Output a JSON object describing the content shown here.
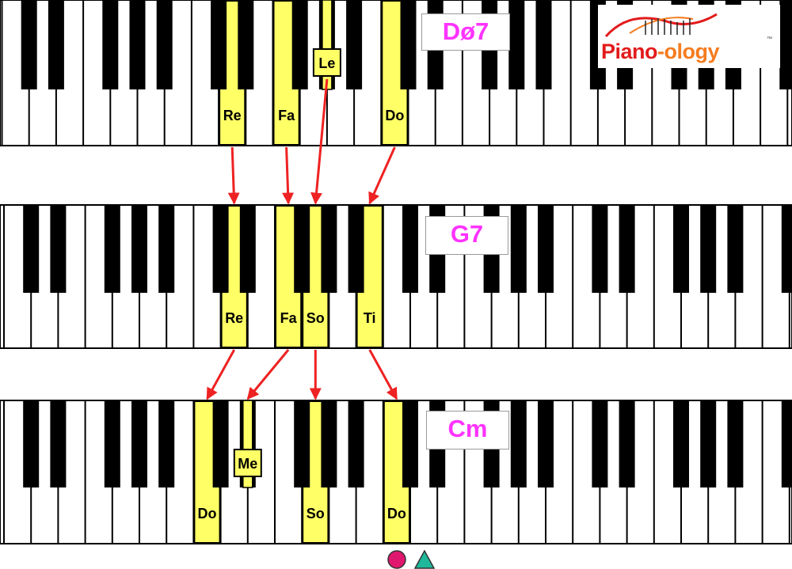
{
  "chords": [
    {
      "name": "Dø7",
      "keys": [
        {
          "note": "Re",
          "key": "D"
        },
        {
          "note": "Fa",
          "key": "F"
        },
        {
          "note": "Le",
          "key": "Ab"
        },
        {
          "note": "Do",
          "key": "C"
        }
      ]
    },
    {
      "name": "G7",
      "keys": [
        {
          "note": "Re",
          "key": "D"
        },
        {
          "note": "Fa",
          "key": "F"
        },
        {
          "note": "So",
          "key": "G"
        },
        {
          "note": "Ti",
          "key": "B"
        }
      ]
    },
    {
      "name": "Cm",
      "keys": [
        {
          "note": "Do",
          "key": "C"
        },
        {
          "note": "Me",
          "key": "Eb"
        },
        {
          "note": "So",
          "key": "G"
        },
        {
          "note": "Do",
          "key": "C"
        }
      ]
    }
  ],
  "voice_leading": [
    {
      "from": "Re",
      "to": "Re"
    },
    {
      "from": "Fa",
      "to": "Fa"
    },
    {
      "from": "Le",
      "to": "So"
    },
    {
      "from": "Do",
      "to": "Ti"
    },
    {
      "from": "Re",
      "to": "Do"
    },
    {
      "from": "Fa",
      "to": "Me"
    },
    {
      "from": "So",
      "to": "So"
    },
    {
      "from": "Ti",
      "to": "Do"
    }
  ],
  "logo": {
    "text_main": "Piano",
    "text_dash": "-ology",
    "trademark": "™"
  },
  "markers": [
    {
      "shape": "circle",
      "color": "#e0176e"
    },
    {
      "shape": "triangle",
      "color": "#1fb89a"
    }
  ],
  "colors": {
    "highlight": "#ffff66",
    "arrow": "#ee2222",
    "chord_label": "#ff33ff"
  }
}
